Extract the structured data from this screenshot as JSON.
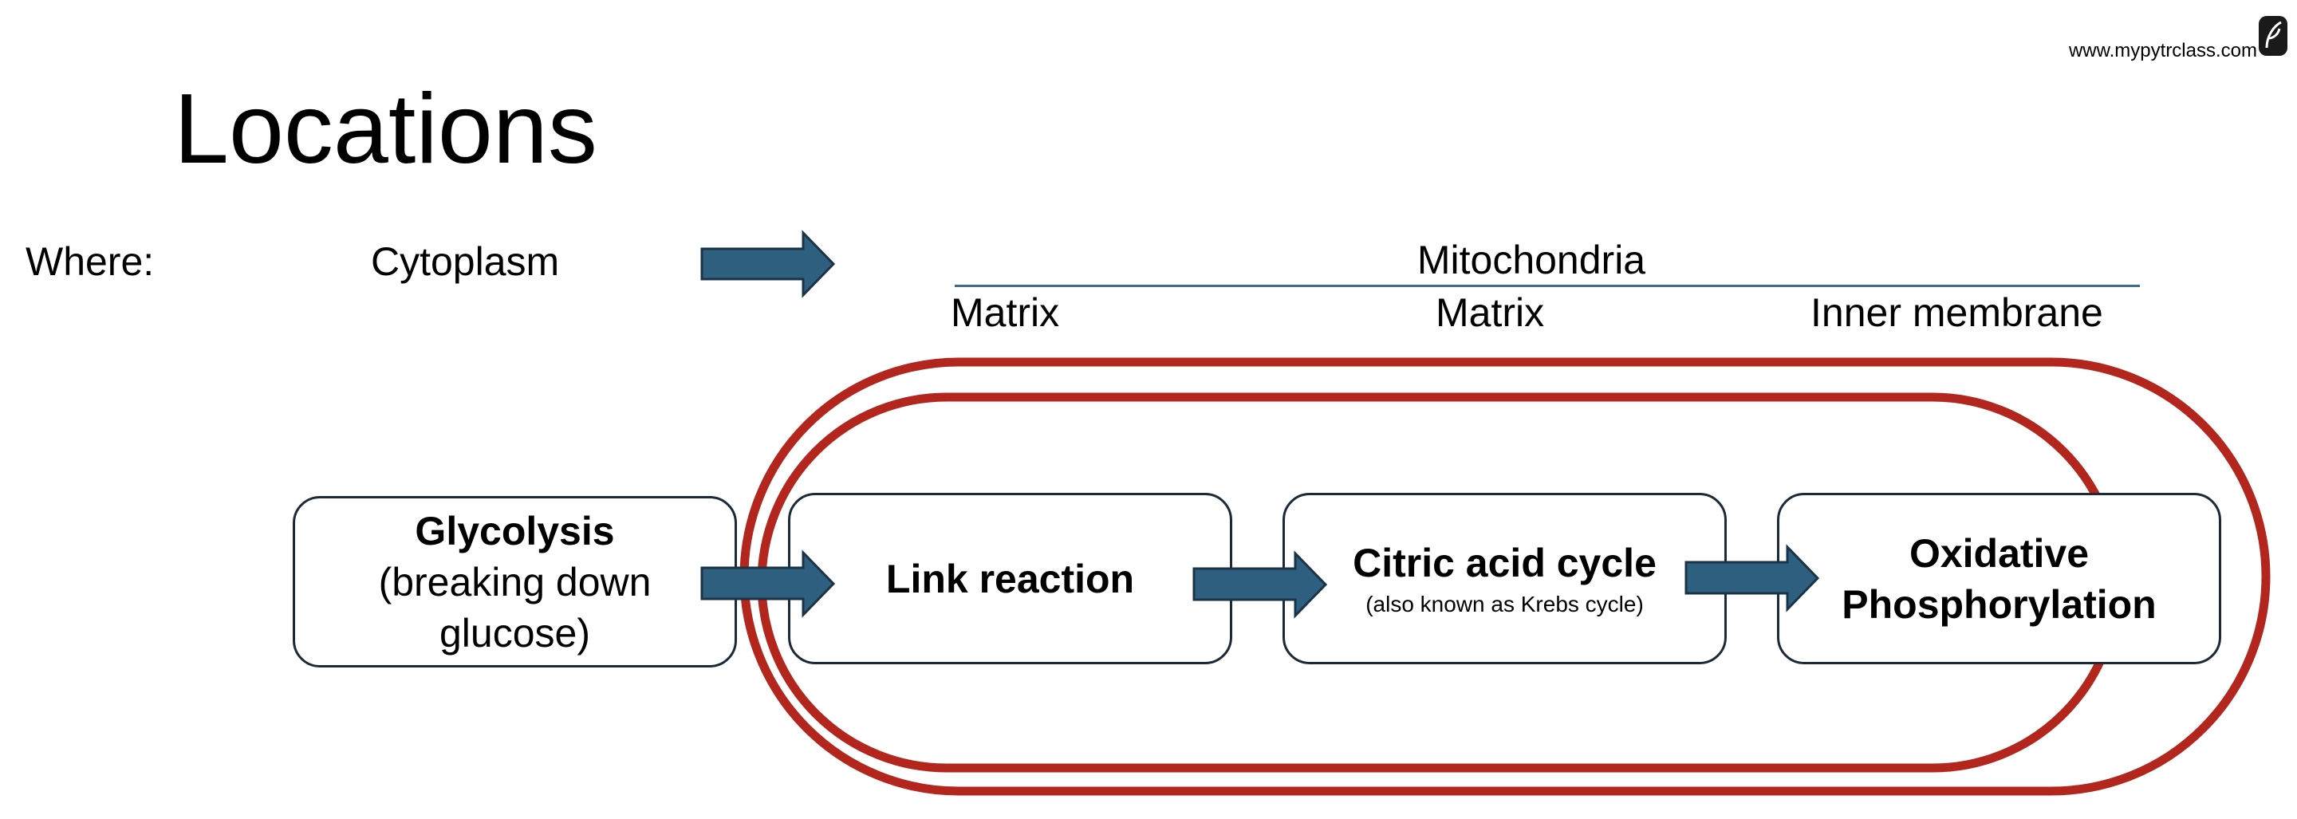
{
  "watermark": {
    "text": "www.mypytrclass.com"
  },
  "title": "Locations",
  "where": {
    "label": "Where:",
    "cytoplasm": "Cytoplasm",
    "mitochondria": "Mitochondria",
    "matrix_1": "Matrix",
    "matrix_2": "Matrix",
    "inner_membrane": "Inner membrane"
  },
  "steps": [
    {
      "title": "Glycolysis",
      "body_line1": "(breaking down",
      "body_line2": "glucose)"
    },
    {
      "title": "Link reaction"
    },
    {
      "title": "Citric acid cycle",
      "subtitle": "(also known as Krebs cycle)"
    },
    {
      "title_line1": "Oxidative",
      "title_line2": "Phosphorylation"
    }
  ],
  "colors": {
    "arrow_fill": "#2f5f7f",
    "arrow_stroke": "#1b3346",
    "outline_red": "#b3261e",
    "box_border": "#1b2a36",
    "divider_line": "#3a6d8f"
  },
  "icons": {
    "arrow": "right-block-arrow",
    "logo": "leaf-logo-icon"
  }
}
